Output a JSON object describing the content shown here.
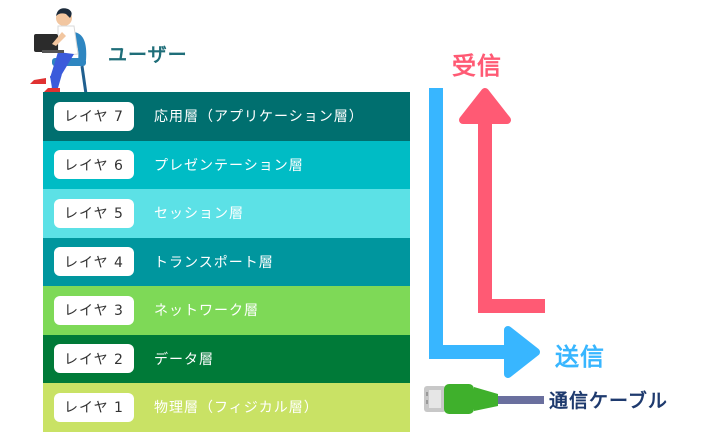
{
  "user": {
    "label": "ユーザー",
    "icon": "user-with-laptop-icon"
  },
  "layers": [
    {
      "badge": "レイヤ 7",
      "name": "応用層（アプリケーション層）",
      "color": "#006f6f"
    },
    {
      "badge": "レイヤ 6",
      "name": "プレゼンテーション層",
      "color": "#00bcc5"
    },
    {
      "badge": "レイヤ 5",
      "name": "セッション層",
      "color": "#5ce1e6"
    },
    {
      "badge": "レイヤ 4",
      "name": "トランスポート層",
      "color": "#00969e"
    },
    {
      "badge": "レイヤ 3",
      "name": "ネットワーク層",
      "color": "#7ed957"
    },
    {
      "badge": "レイヤ 2",
      "name": "データ層",
      "color": "#007a38"
    },
    {
      "badge": "レイヤ 1",
      "name": "物理層（フィジカル層）",
      "color": "#c9e265"
    }
  ],
  "flows": {
    "receive": {
      "label": "受信",
      "color": "#ff5a74"
    },
    "send": {
      "label": "送信",
      "color": "#38b6ff"
    }
  },
  "cable": {
    "label": "通信ケーブル",
    "icon": "lan-cable-icon"
  }
}
